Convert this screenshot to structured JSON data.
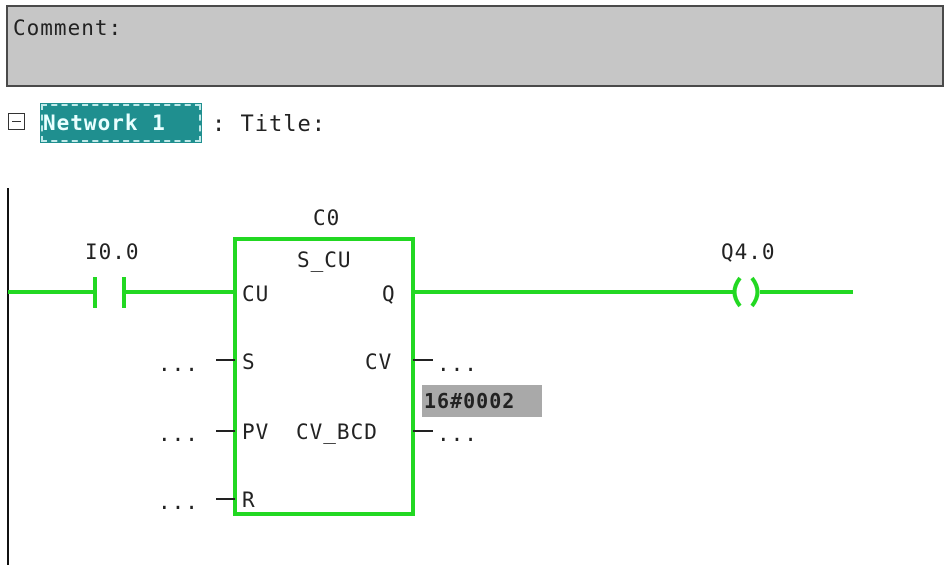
{
  "comment": {
    "label": "Comment:"
  },
  "network": {
    "title": "Network 1",
    "title_suffix": ": Title:"
  },
  "contact": {
    "address": "I0.0"
  },
  "block": {
    "instance": "C0",
    "type": "S_CU",
    "inputs": {
      "cu": "CU",
      "s": "S",
      "pv": "PV",
      "r": "R"
    },
    "outputs": {
      "q": "Q",
      "cv": "CV",
      "cv_bcd": "CV_BCD"
    },
    "unconnected": "...",
    "cv_value": "16#0002"
  },
  "coil": {
    "address": "Q4.0",
    "symbol": "( )"
  },
  "colors": {
    "power_flow": "#22d822",
    "selection": "#1f8f8f",
    "comment_bg": "#c6c6c6"
  },
  "icons": {
    "collapse": "collapse-minus-icon"
  }
}
